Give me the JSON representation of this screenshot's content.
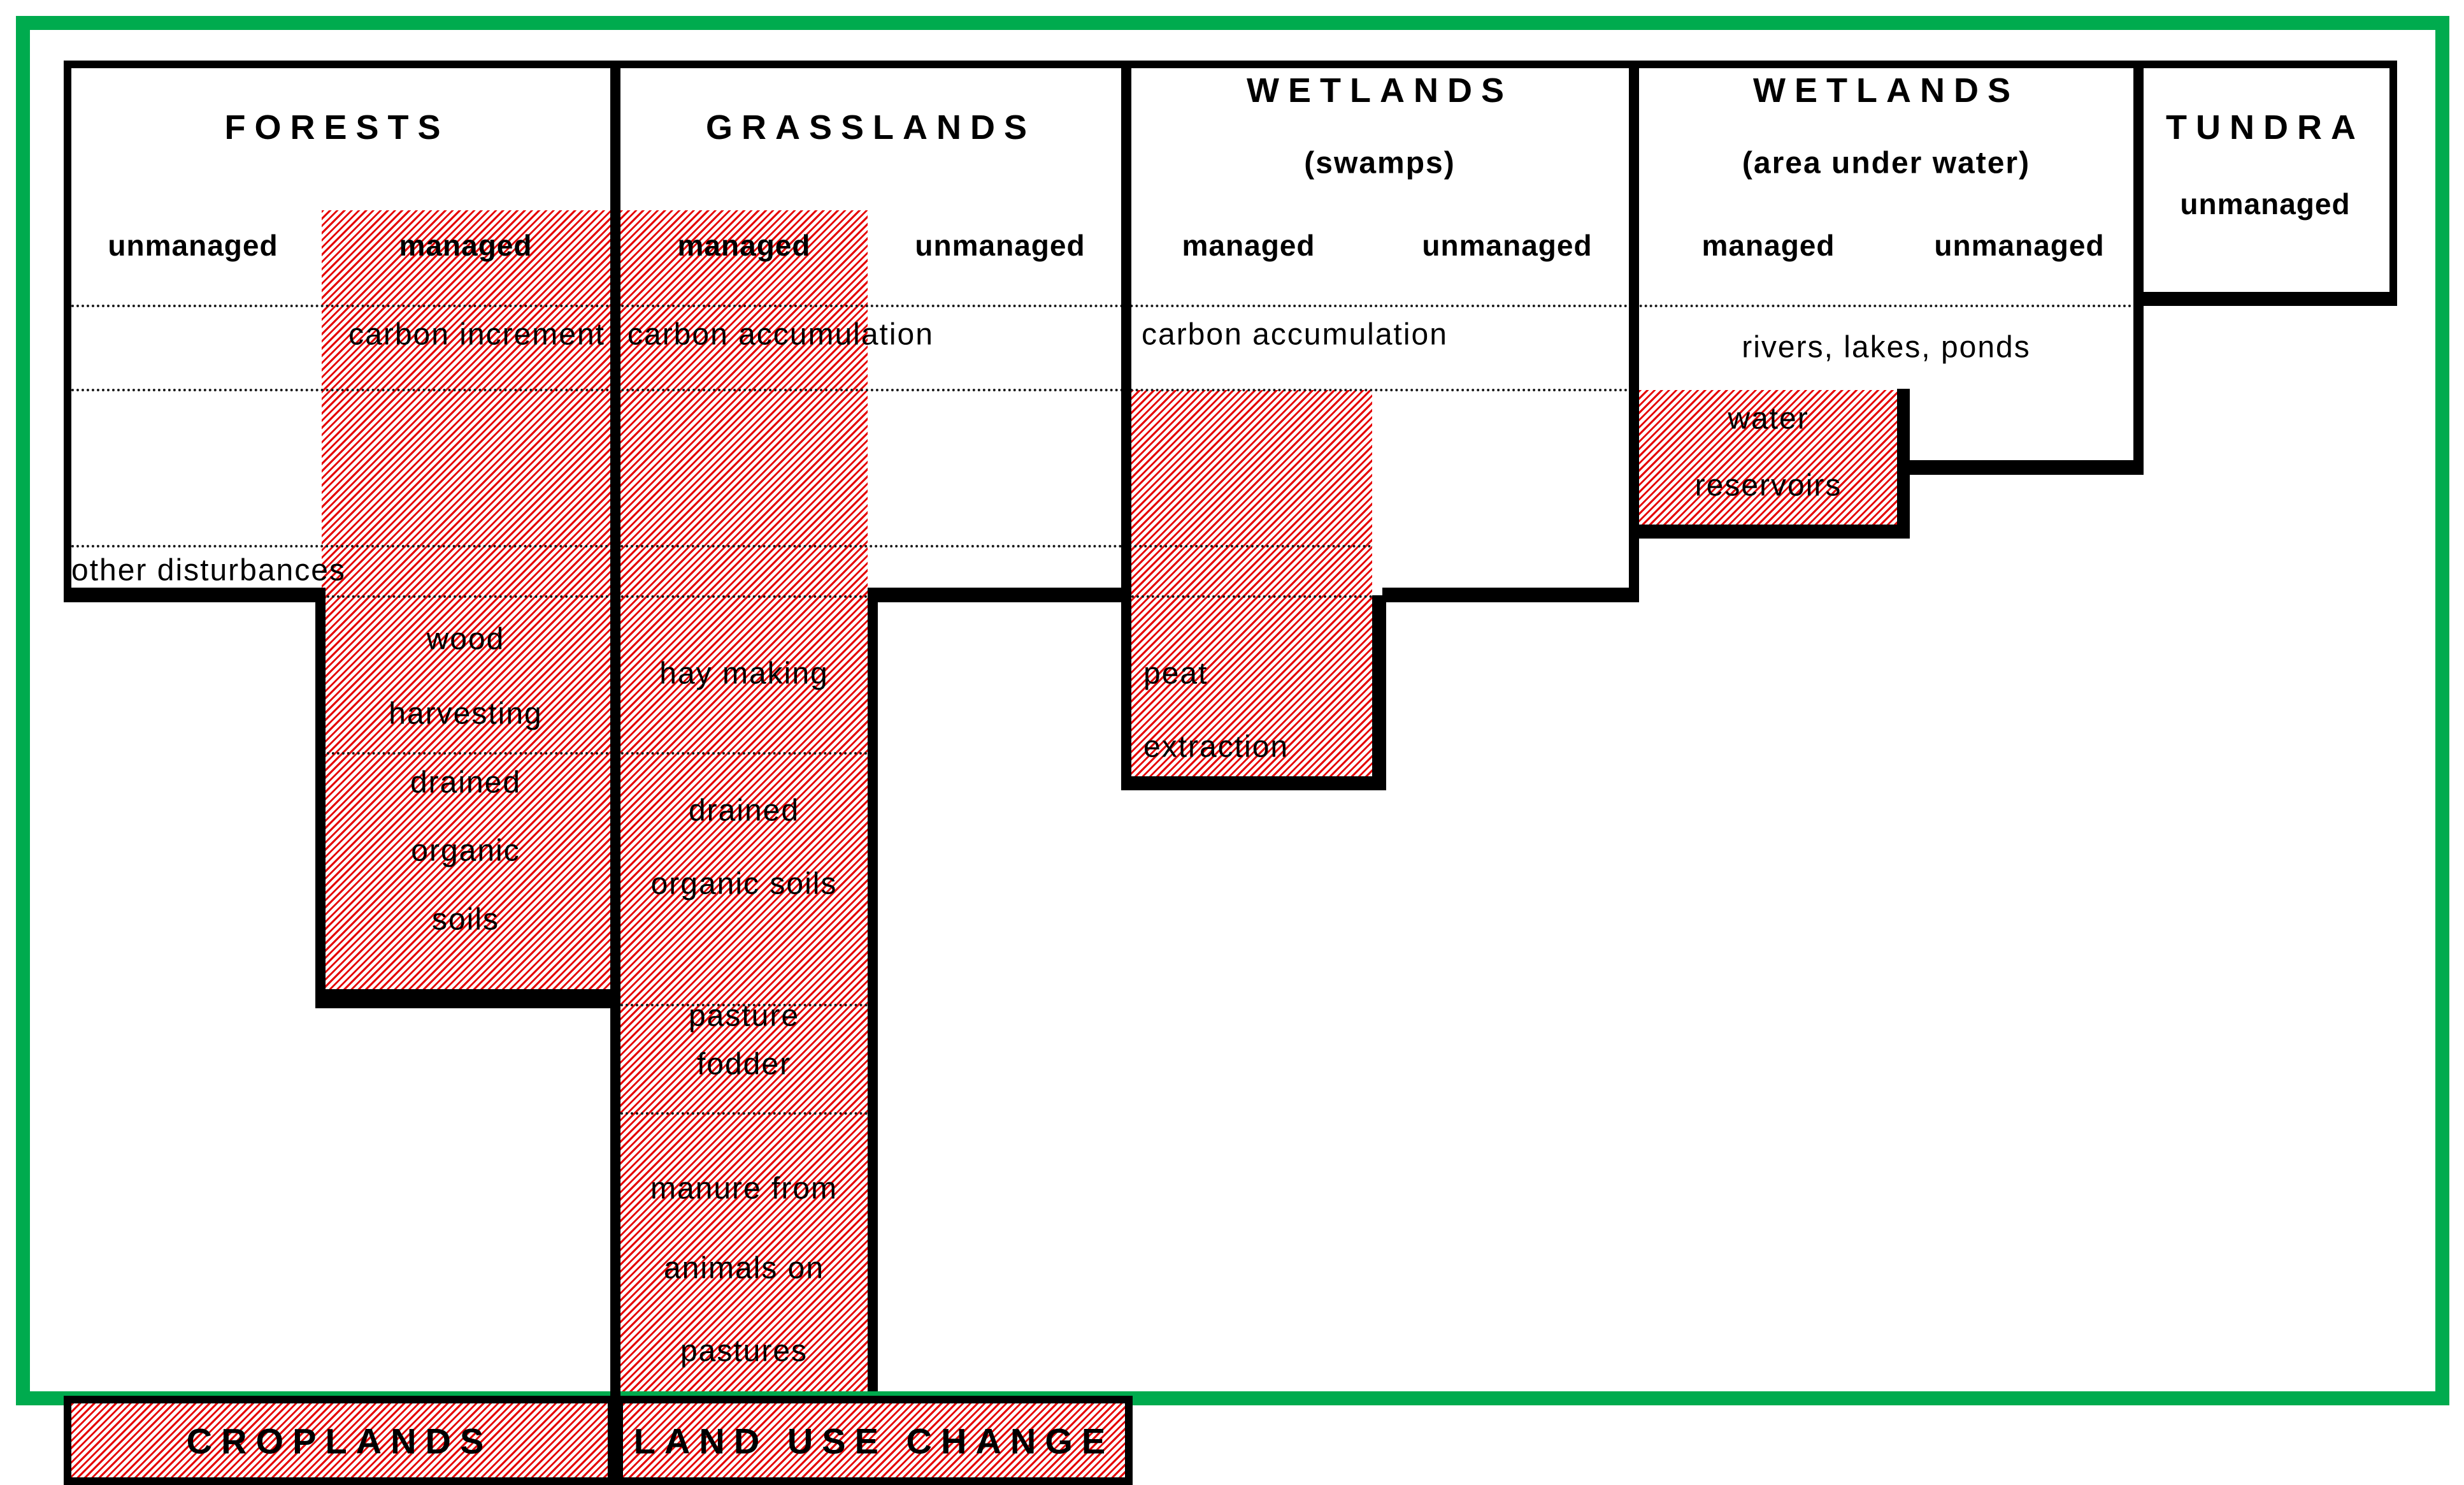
{
  "colors": {
    "frame_green": "#00AB4E",
    "hatch_red": "#e60000",
    "line_black": "#000000"
  },
  "categories": {
    "forests": {
      "title": "FORESTS",
      "col1": "unmanaged",
      "col2": "managed"
    },
    "grasslands": {
      "title": "GRASSLANDS",
      "col1": "managed",
      "col2": "unmanaged"
    },
    "wetlands_swamps": {
      "title": "WETLANDS",
      "subtitle": "(swamps)",
      "col1": "managed",
      "col2": "unmanaged"
    },
    "wetlands_water": {
      "title": "WETLANDS",
      "subtitle": "(area under water)",
      "col1": "managed",
      "col2": "unmanaged"
    },
    "tundra": {
      "title": "TUNDRA",
      "col1": "unmanaged"
    }
  },
  "cells": {
    "carbon_increment": "carbon increment",
    "carbon_accumulation_grasslands": "carbon accumulation",
    "carbon_accumulation_swamps": "carbon accumulation",
    "rivers_lakes_ponds": "rivers, lakes, ponds",
    "water_reservoirs_line1": "water",
    "water_reservoirs_line2": "reservoirs",
    "other_disturbances": "other disturbances",
    "wood_harvesting_line1": "wood",
    "wood_harvesting_line2": "harvesting",
    "hay_making": "hay making",
    "drained_soils_forests_line1": "drained",
    "drained_soils_forests_line2": "organic",
    "drained_soils_forests_line3": "soils",
    "drained_soils_grasslands_line1": "drained",
    "drained_soils_grasslands_line2": "organic soils",
    "peat_extraction_line1": "peat",
    "peat_extraction_line2": "extraction",
    "pasture_fodder_line1": "pasture",
    "pasture_fodder_line2": "fodder",
    "manure_line1": "manure from",
    "manure_line2": "animals on",
    "manure_line3": "pastures"
  },
  "footer": {
    "croplands": "CROPLANDS",
    "land_use_change": "LAND USE CHANGE"
  }
}
